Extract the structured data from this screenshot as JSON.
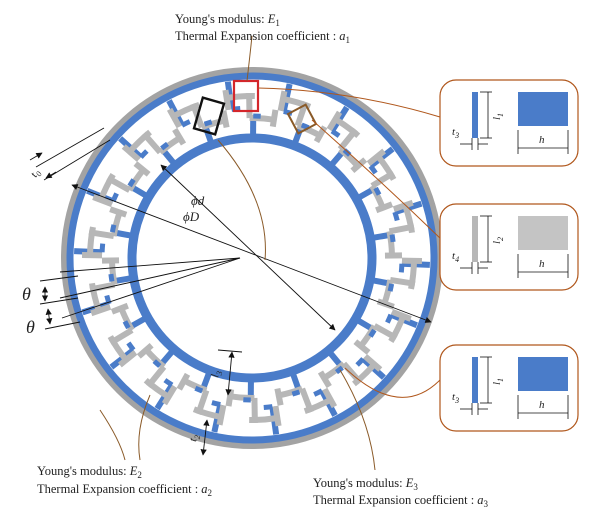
{
  "colors": {
    "blue": "#4a7cc9",
    "gray": "#b7b7b7",
    "outer_gray": "#a3a3a3",
    "callout_orange": "#b0571c",
    "highlight_red": "#d4262b",
    "highlight_black": "#111111",
    "highlight_brown": "#8a5a28"
  },
  "annotations": {
    "top": {
      "prefix": "Young's modulus: ",
      "sym": "E",
      "sub": "1",
      "line2_prefix": "Thermal Expansion coefficient : ",
      "sym2": "a",
      "sub2": "1"
    },
    "bottom_left": {
      "prefix": "Young's modulus: ",
      "sym": "E",
      "sub": "2",
      "line2_prefix": "Thermal Expansion coefficient : ",
      "sym2": "a",
      "sub2": "2"
    },
    "bottom_right": {
      "prefix": "Young's modulus: ",
      "sym": "E",
      "sub": "3",
      "line2_prefix": "Thermal Expansion coefficient : ",
      "sym2": "a",
      "sub2": "3"
    }
  },
  "dimensions": {
    "inner_diameter": "ϕd",
    "outer_diameter": "ϕD",
    "theta": "θ",
    "t0": "t",
    "t0_sub": "0",
    "l3": "l",
    "l3_sub": "3",
    "t2": "t",
    "t2_sub": "2"
  },
  "callouts": [
    {
      "t": "t",
      "t_sub": "3",
      "l": "l",
      "l_sub": "1",
      "h": "h",
      "fill_color": "#4a7cc9",
      "beam_color": "#4a7cc9"
    },
    {
      "t": "t",
      "t_sub": "4",
      "l": "l",
      "l_sub": "2",
      "h": "h",
      "fill_color": "#c4c4c4",
      "beam_color": "#b7b7b7"
    },
    {
      "t": "t",
      "t_sub": "3",
      "l": "l",
      "l_sub": "1",
      "h": "h",
      "fill_color": "#4a7cc9",
      "beam_color": "#4a7cc9"
    }
  ]
}
